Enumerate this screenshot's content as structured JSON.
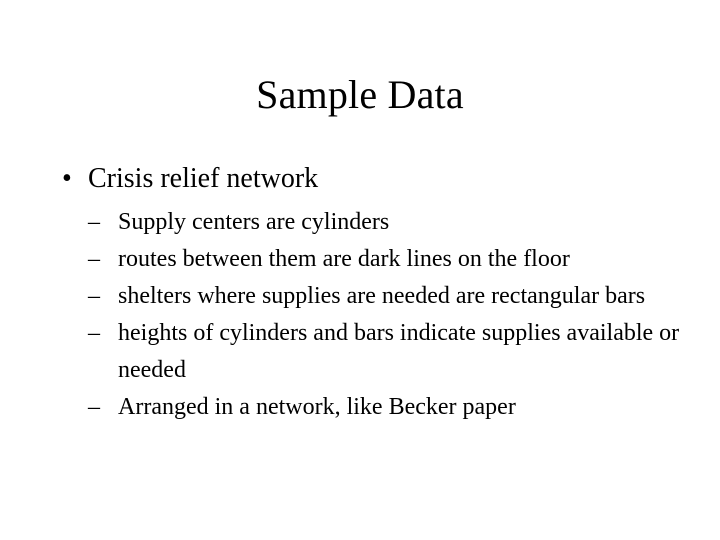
{
  "slide": {
    "title": "Sample Data",
    "background_color": "#ffffff",
    "text_color": "#000000",
    "bullets": [
      {
        "marker": "•",
        "text": "Crisis relief network",
        "level": 1
      }
    ],
    "sub_bullets": [
      {
        "marker": "–",
        "text": "Supply centers are cylinders",
        "level": 2
      },
      {
        "marker": "–",
        "text": "routes between them are dark lines on the floor",
        "level": 2
      },
      {
        "marker": "–",
        "text": "shelters where supplies are needed are rectangular bars",
        "level": 2
      },
      {
        "marker": "–",
        "text": "heights of cylinders and bars indicate supplies available or needed",
        "level": 2
      },
      {
        "marker": "–",
        "text": "Arranged in a network, like Becker paper",
        "level": 2
      }
    ]
  }
}
